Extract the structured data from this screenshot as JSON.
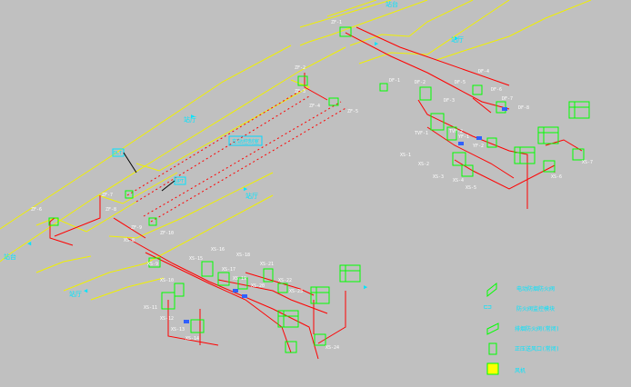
{
  "colors": {
    "background": "#c0c0c0",
    "corridor": "#f0f000",
    "pipe": "#ff0000",
    "equipment": "#00ff00",
    "annotation": "#00e5ff",
    "label": "#ffffff",
    "monitor_box": "#00d8ff"
  },
  "corridor_labels": {
    "top_right": "站台",
    "mid_right": "站厅",
    "hall_a": "站厅",
    "hall_b": "站厅",
    "left_end": "站台",
    "bottom_left": "站厅"
  },
  "callouts": {
    "dlt": "DLT",
    "upt": "UPT",
    "middle_box": "车站控制室"
  },
  "device_labels": [
    "ZF-1",
    "ZF-2",
    "ZF-3",
    "ZF-4",
    "ZF-5",
    "ZF-6",
    "ZF-7",
    "ZF-8",
    "ZF-9",
    "ZF-10",
    "DF-1",
    "DF-2",
    "DF-3",
    "DF-4",
    "DF-5",
    "DF-6",
    "DF-7",
    "DF-8",
    "TVF-1",
    "TVF-2",
    "YF-1",
    "YF-2",
    "XS-1",
    "XS-2",
    "XS-3",
    "XS-4",
    "XS-5",
    "XS-6",
    "XS-7",
    "XS-8",
    "XS-9",
    "XS-10",
    "XS-11",
    "XS-12",
    "XS-13",
    "XS-14",
    "XS-15",
    "XS-16",
    "XS-17",
    "XS-18",
    "XS-19",
    "XS-20",
    "XS-21",
    "XS-22",
    "XS-23",
    "XS-24"
  ],
  "legend": [
    {
      "icon": "damper",
      "label": "电动防烟防火阀"
    },
    {
      "icon": "monitor",
      "label": "防火阀监控模块"
    },
    {
      "icon": "valve",
      "label": "排烟防火阀(常闭)"
    },
    {
      "icon": "panel",
      "label": "正压送风口(常闭)"
    },
    {
      "icon": "fan-box",
      "label": "风机"
    }
  ]
}
